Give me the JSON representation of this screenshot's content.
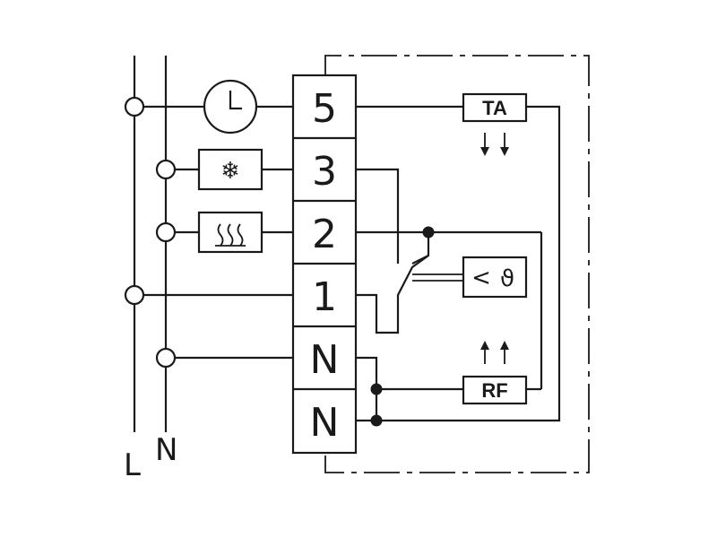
{
  "bus": {
    "line_label": "L",
    "neutral_label": "N"
  },
  "terminals": [
    "5",
    "3",
    "2",
    "1",
    "N",
    "N"
  ],
  "sensor_boxes": {
    "ta_label": "TA",
    "rf_label": "RF"
  },
  "symbols": {
    "snowflake": "❄",
    "heat": "≋",
    "less_than": "<",
    "theta": "ϑ"
  },
  "icons": [
    "clock-icon",
    "snowflake-icon",
    "heating-icon",
    "thermostat-sensor-icon"
  ],
  "colors": {
    "line": "#1a1a1a",
    "background": "#ffffff"
  }
}
